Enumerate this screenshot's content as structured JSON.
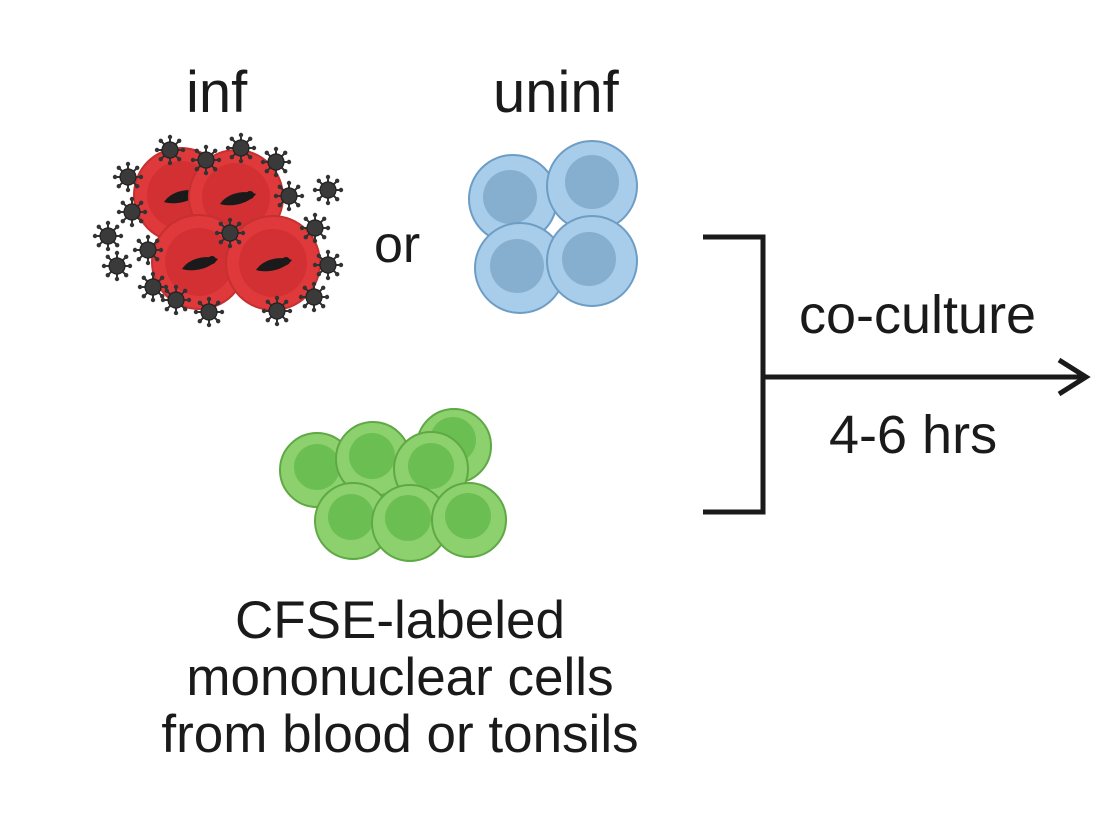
{
  "labels": {
    "infected": "inf",
    "uninfected": "uninf",
    "or": "or",
    "coculture": "co-culture",
    "duration": "4-6 hrs"
  },
  "caption": {
    "line1": "CFSE-labeled",
    "line2": "mononuclear cells",
    "line3": "from blood or tonsils"
  },
  "colors": {
    "infected_cell": "#e0393b",
    "infected_nucleus": "#c62828",
    "parasite": "#1a1a1a",
    "virus_particle": "#3a3a3a",
    "uninfected_cell": "#a7cdeb",
    "uninfected_nucleus": "#7fa9c9",
    "cfse_cell": "#8dd06e",
    "cfse_nucleus": "#5fb24a",
    "line": "#1a1a1a"
  },
  "icons": {
    "infected_cells": "red-cell-cluster-with-virus-particles",
    "uninfected_cells": "blue-cell-cluster",
    "cfse_cells": "green-cell-cluster",
    "bracket": "right-bracket",
    "arrow": "right-arrow"
  }
}
